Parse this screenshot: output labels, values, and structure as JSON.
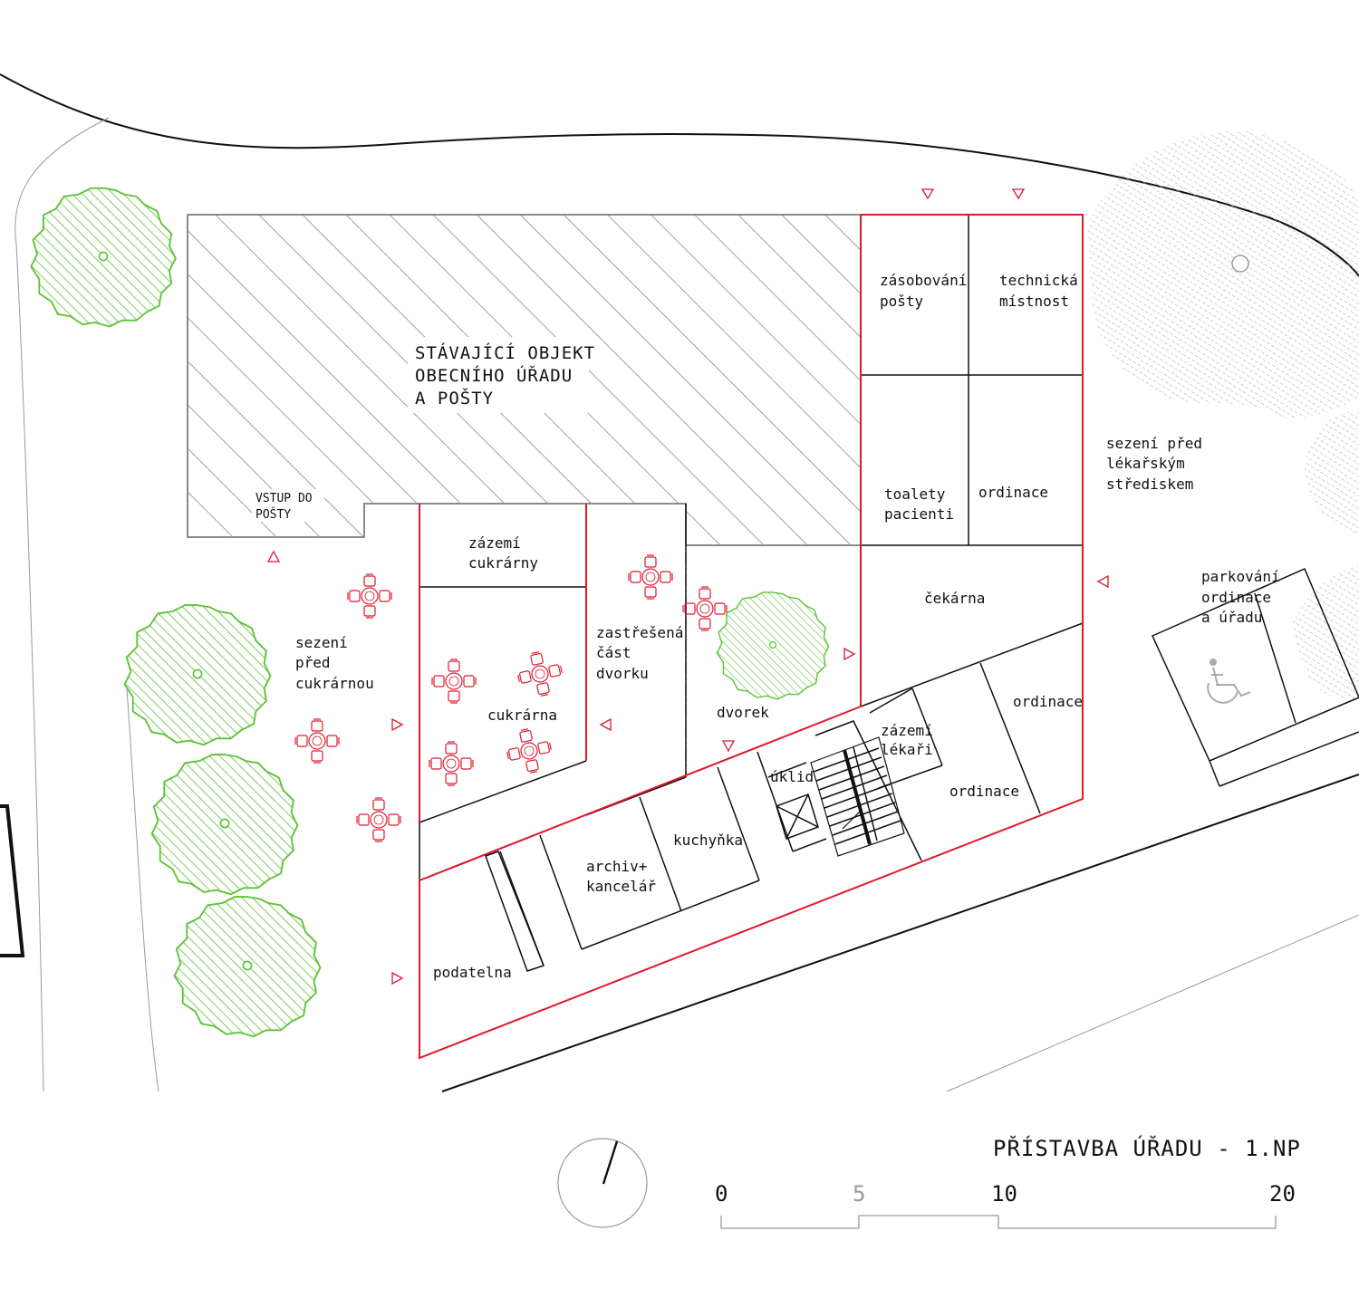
{
  "title": "PŘÍSTAVBA ÚŘADU - 1.NP",
  "existing_building": [
    "STÁVAJÍCÍ OBJEKT",
    "OBECNÍHO ÚŘADU",
    "A POŠTY"
  ],
  "post_entrance": [
    "VSTUP DO",
    "POŠTY"
  ],
  "rooms": {
    "zasobovani": [
      "zásobování",
      "pošty"
    ],
    "technicka": [
      "technická",
      "místnost"
    ],
    "toalety": [
      "toalety",
      "pacienti"
    ],
    "ordinace_top": "ordinace",
    "cekarna": "čekárna",
    "ordinace_right": "ordinace",
    "ordinace_bottom": "ordinace",
    "zazemi_lekari": [
      "zázemí",
      "lékaři"
    ],
    "uklid": "úklid",
    "kuchynka": "kuchyňka",
    "archiv": [
      "archiv+",
      "kancelář"
    ],
    "podatelna": "podatelna",
    "cukrarna": "cukrárna",
    "zazemi_cukrarny": [
      "zázemí",
      "cukrárny"
    ],
    "zastresena": [
      "zastřešená",
      "část",
      "dvorku"
    ],
    "dvorek": "dvorek"
  },
  "outdoor": {
    "sezeni_cukrarna": [
      "sezení",
      "před",
      "cukrárnou"
    ],
    "sezeni_lekarske": [
      "sezení před",
      "lékařským",
      "střediskem"
    ],
    "parkovani": [
      "parkování",
      "ordinace",
      "a úřadu"
    ]
  },
  "scale_bar": {
    "labels": [
      "0",
      "5",
      "10",
      "20"
    ]
  },
  "colors": {
    "new_wall": "#e0182d",
    "existing": "#8a8a8a",
    "tree": "#5dc234",
    "line": "#111111",
    "terrain_hatch": "#b5b5b5"
  },
  "icons": {
    "table_set": "table-with-four-chairs-icon",
    "accessible_parking": "wheelchair-icon",
    "entrance": "entrance-triangle-icon",
    "north": "north-arrow-icon"
  }
}
